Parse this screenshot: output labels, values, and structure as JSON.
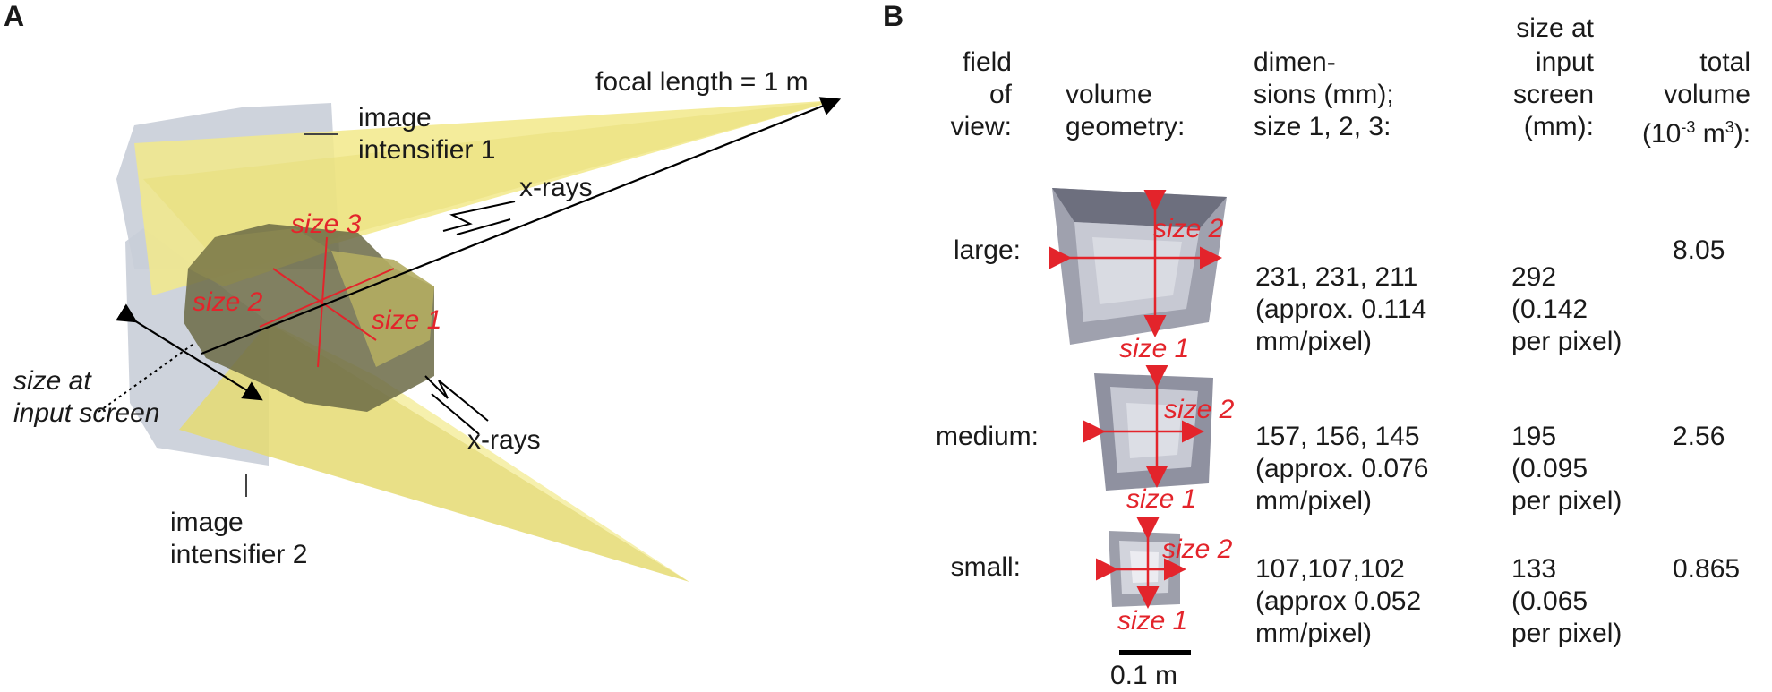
{
  "panel_a": {
    "letter": "A",
    "focal_length": "focal length = 1 m",
    "intensifier1": [
      "image",
      "intensifier 1"
    ],
    "intensifier2": [
      "image",
      "intensifier 2"
    ],
    "xrays_top": "x-rays",
    "xrays_bottom": "x-rays",
    "size3": "size 3",
    "size2": "size 2",
    "size1": "size 1",
    "input_screen": [
      "size at",
      "input screen"
    ]
  },
  "panel_b": {
    "letter": "B",
    "headers": {
      "fov": [
        "field",
        "of",
        "view:"
      ],
      "geometry": [
        "volume",
        "geometry:"
      ],
      "dims": [
        "dimen-",
        "sions (mm);",
        "size 1, 2, 3:"
      ],
      "input": [
        "size at",
        "input",
        "screen",
        "(mm):"
      ],
      "volume": [
        "total",
        "volume"
      ],
      "volume_unit": "(10",
      "volume_exp1": "-3",
      "volume_unit2": " m",
      "volume_exp2": "3",
      "volume_unit3": "):"
    },
    "rows": [
      {
        "fov": "large:",
        "dims": [
          "231, 231, 211",
          "(approx. 0.114",
          "mm/pixel)"
        ],
        "input": [
          "292",
          "(0.142",
          "per pixel)"
        ],
        "volume": "8.05",
        "label_size2": "size 2",
        "label_size1": "size 1"
      },
      {
        "fov": "medium:",
        "dims": [
          "157, 156, 145",
          "(approx. 0.076",
          "mm/pixel)"
        ],
        "input": [
          "195",
          "(0.095",
          "per pixel)"
        ],
        "volume": "2.56",
        "label_size2": "size 2",
        "label_size1": "size 1"
      },
      {
        "fov": "small:",
        "dims": [
          "107,107,102",
          "(approx 0.052",
          "mm/pixel)"
        ],
        "input": [
          "133",
          "(0.065",
          "per pixel)"
        ],
        "volume": "0.865",
        "label_size2": "size 2",
        "label_size1": "size 1"
      }
    ],
    "scale_bar": "0.1 m"
  },
  "colors": {
    "beam": "#f2e98a",
    "beam_dark": "#d9cf6a",
    "intensifier": "#c9ced8",
    "volume_dark": "#6b6a45",
    "accent_red": "#e3242b",
    "geom_gray": "#a7a9b6"
  }
}
